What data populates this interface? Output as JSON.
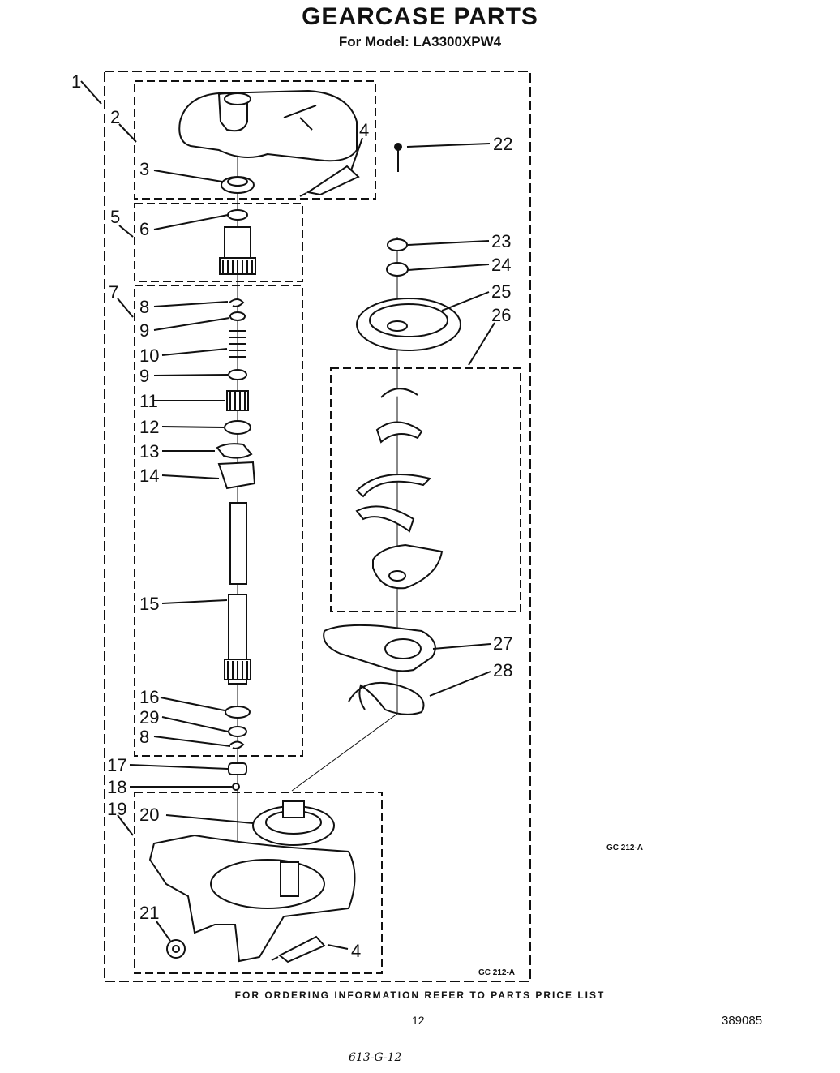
{
  "title": "GEARCASE PARTS",
  "subtitle": "For Model: LA3300XPW4",
  "footer_text": "FOR ORDERING INFORMATION REFER TO PARTS PRICE LIST",
  "page_number": "12",
  "document_number": "389085",
  "handwritten_note": "613-G-12",
  "figure_codes": {
    "inside": "GC 212-A",
    "outside": "GC 212-A"
  },
  "callouts": {
    "c1": "1",
    "c2": "2",
    "c3": "3",
    "c4a": "4",
    "c22": "22",
    "c5": "5",
    "c6": "6",
    "c7": "7",
    "c8a": "8",
    "c9a": "9",
    "c10": "10",
    "c9b": "9",
    "c11": "11",
    "c12": "12",
    "c13": "13",
    "c14": "14",
    "c15": "15",
    "c16": "16",
    "c29": "29",
    "c8b": "8",
    "c17": "17",
    "c18": "18",
    "c19": "19",
    "c20": "20",
    "c21": "21",
    "c4b": "4",
    "c23": "23",
    "c24": "24",
    "c25": "25",
    "c26": "26",
    "c27": "27",
    "c28": "28"
  }
}
